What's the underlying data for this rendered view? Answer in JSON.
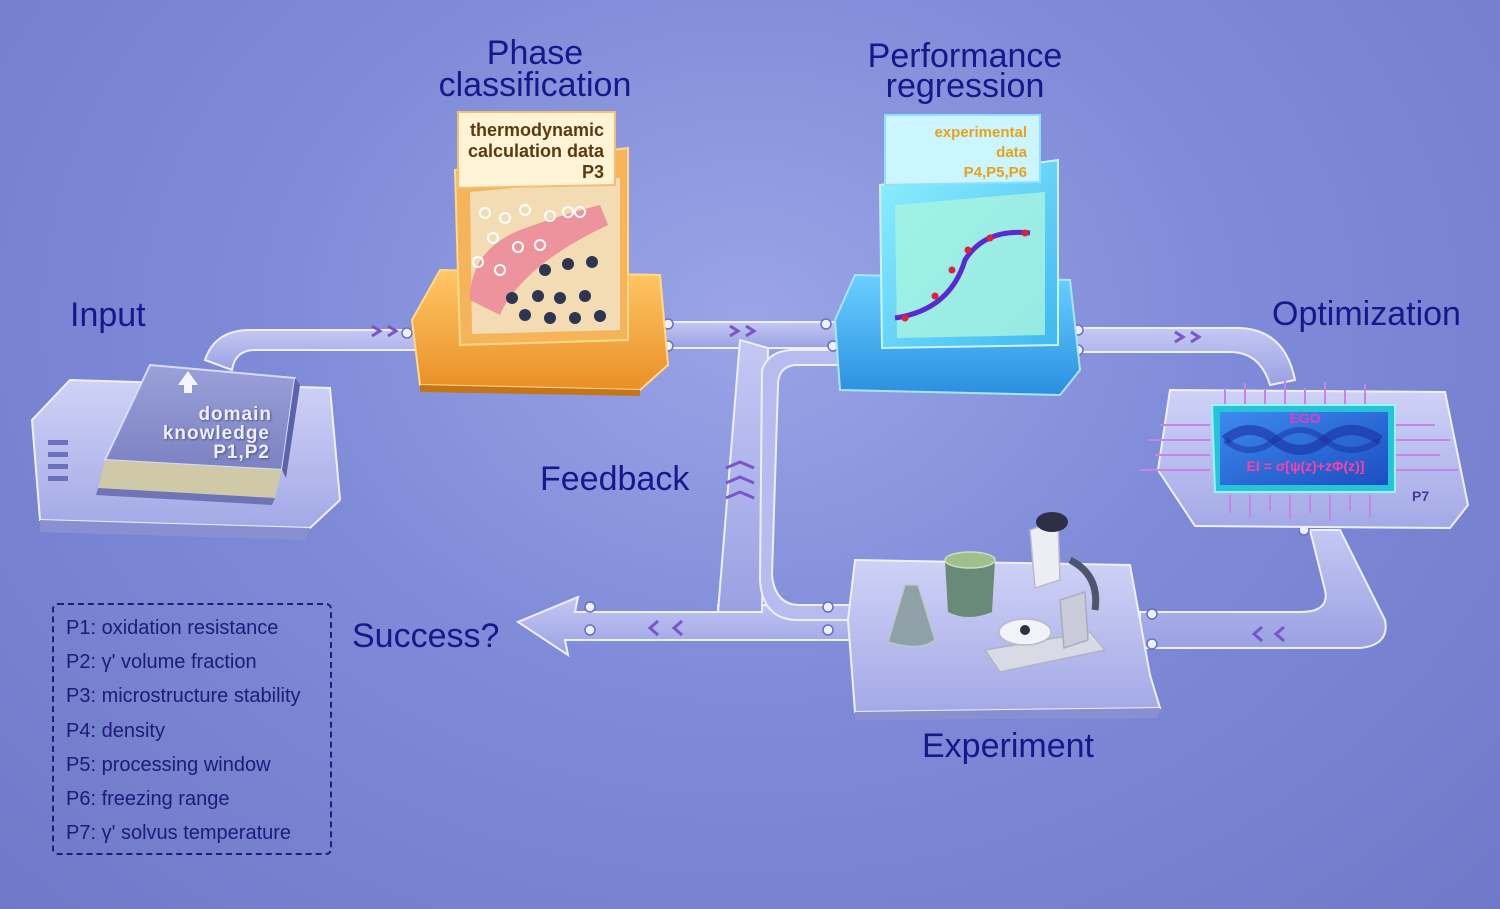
{
  "stages": {
    "input": "Input",
    "phase_classification_line1": "Phase",
    "phase_classification_line2": "classification",
    "performance_regression_line1": "Performance",
    "performance_regression_line2": "regression",
    "optimization": "Optimization",
    "feedback": "Feedback",
    "experiment": "Experiment",
    "success": "Success?"
  },
  "input_card": {
    "line1": "domain",
    "line2": "knowledge",
    "line3": "P1,P2"
  },
  "thermo_card": {
    "line1": "thermodynamic",
    "line2": "calculation data",
    "line3": "P3"
  },
  "experimental_card": {
    "line1": "experimental",
    "line2": "data",
    "line3": "P4,P5,P6"
  },
  "optimization_chip": {
    "title": "EGO",
    "formula": "EI = σ[ψ(z)+zΦ(z)]",
    "tag": "P7"
  },
  "legend": {
    "items": [
      "P1: oxidation resistance",
      "P2: γ' volume fraction",
      "P3: microstructure stability",
      "P4: density",
      "P5: processing window",
      "P6: freezing range",
      "P7: γ' solvus temperature"
    ]
  },
  "colors": {
    "title_text": "#17178a",
    "track": "#a9b0ec",
    "orange_module": "#f2a640",
    "blue_module": "#3aa6ec",
    "chip_screen": "#2a6fd8",
    "arrow_marker": "#7a55c8"
  }
}
